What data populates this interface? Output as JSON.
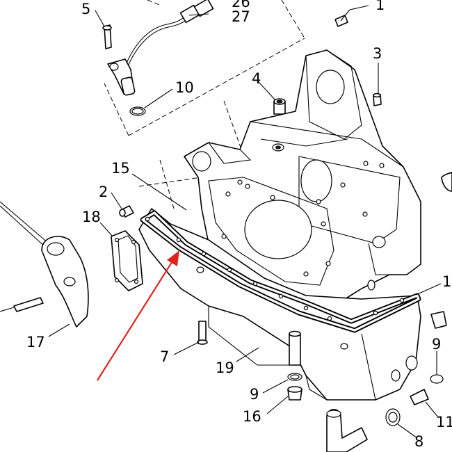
{
  "callouts": {
    "c1_top": "1",
    "c1_right": "1",
    "c2": "2",
    "c3": "3",
    "c4": "4",
    "c5": "5",
    "c7": "7",
    "c8": "8",
    "c9_bottom": "9",
    "c9_right": "9",
    "c10": "10",
    "c11": "11",
    "c15": "15",
    "c16": "16",
    "c17": "17",
    "c18": "18",
    "c19": "19",
    "c26": "26",
    "c27": "27"
  },
  "colors": {
    "line": "#000000",
    "background": "#ffffff",
    "highlight_arrow": "#e0221f"
  }
}
